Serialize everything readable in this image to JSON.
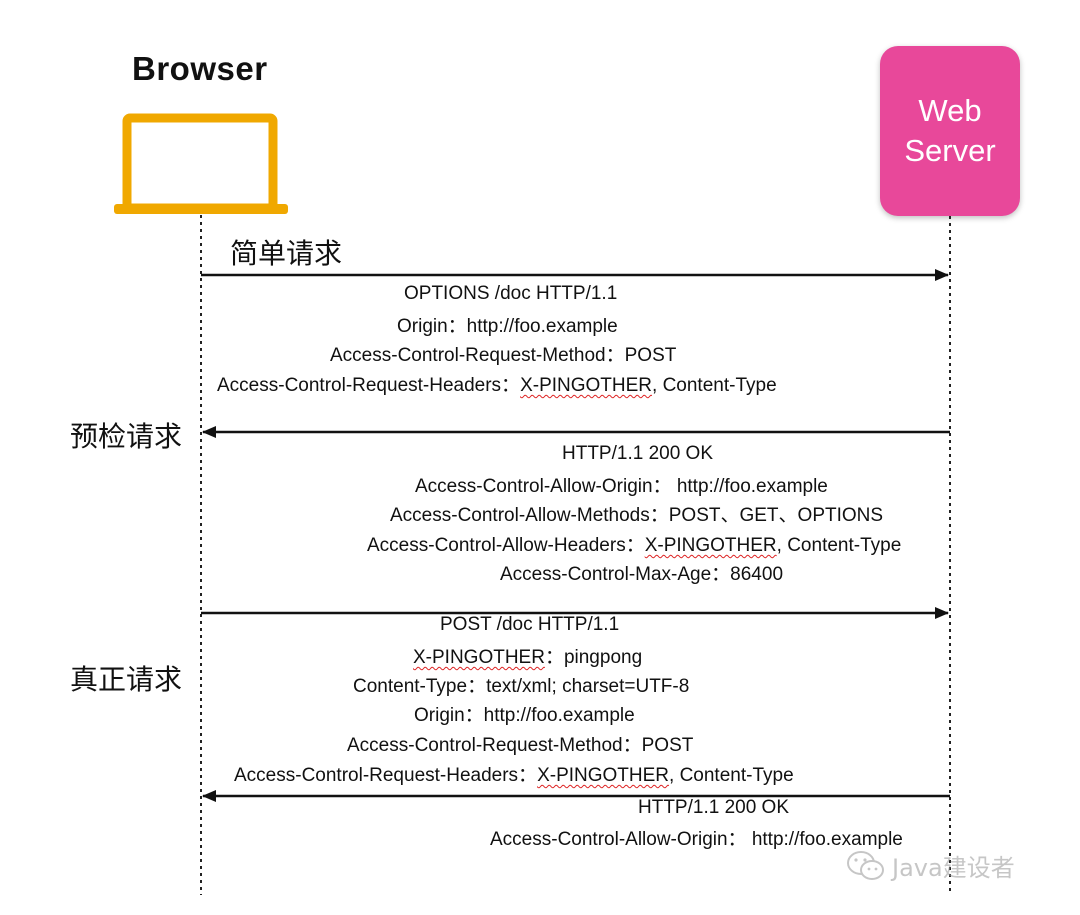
{
  "actors": {
    "browser": {
      "label": "Browser",
      "color": "#f0a800"
    },
    "server": {
      "label": "Web\nServer",
      "color": "#e8489a"
    }
  },
  "sections": {
    "simple": "简单请求",
    "preflight": "预检请求",
    "actual": "真正请求"
  },
  "messages": {
    "m1": [
      [
        "OPTIONS /doc HTTP/1.1"
      ],
      [
        "Origin：http://foo.example"
      ],
      [
        "Access-Control-Request-Method：POST"
      ],
      [
        "Access-Control-Request-Headers：",
        "X-PINGOTHER",
        ", Content-Type"
      ]
    ],
    "m2": [
      [
        "HTTP/1.1 200 OK"
      ],
      [
        "Access-Control-Allow-Origin： http://foo.example"
      ],
      [
        "Access-Control-Allow-Methods：POST、GET、OPTIONS"
      ],
      [
        "Access-Control-Allow-Headers：",
        "X-PINGOTHER",
        ", Content-Type"
      ],
      [
        "Access-Control-Max-Age：86400"
      ]
    ],
    "m3": [
      [
        "POST /doc HTTP/1.1"
      ],
      [
        "",
        "X-PINGOTHER",
        "：pingpong"
      ],
      [
        "Content-Type：text/xml; charset=UTF-8"
      ],
      [
        "Origin：http://foo.example"
      ],
      [
        "Access-Control-Request-Method：POST"
      ],
      [
        "Access-Control-Request-Headers：",
        "X-PINGOTHER",
        ", Content-Type"
      ]
    ],
    "m4": [
      [
        "HTTP/1.1 200 OK"
      ],
      [
        "Access-Control-Allow-Origin： http://foo.example"
      ]
    ]
  },
  "watermark": {
    "text": "Java建设者",
    "icon": "wechat-icon"
  }
}
